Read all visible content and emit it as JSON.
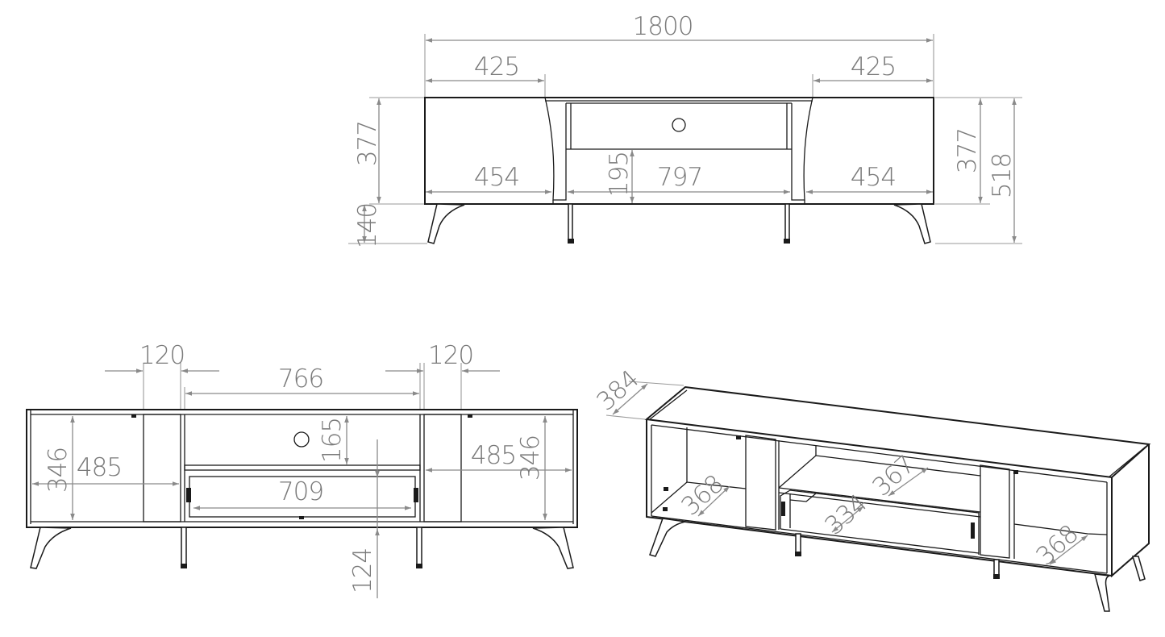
{
  "drawing": {
    "subject": "TV stand cabinet",
    "line_color": "#1a1a1a",
    "dimension_color": "#8a8a8a",
    "background": "#ffffff"
  },
  "front_view_closed": {
    "overall_width": "1800",
    "left_door_width": "425",
    "right_door_width": "425",
    "left_body_height": "377",
    "right_body_height": "377",
    "overall_height": "518",
    "leg_height": "140",
    "left_inner_width": "454",
    "center_inner_width": "797",
    "right_inner_width": "454",
    "drawer_gap_height": "195"
  },
  "front_view_open": {
    "left_divider_width": "120",
    "right_divider_width": "120",
    "center_opening_width": "766",
    "shelf_clearance": "165",
    "left_compartment_width": "485",
    "right_compartment_width": "485",
    "left_compartment_height": "346",
    "right_compartment_height": "346",
    "drawer_width": "709",
    "drawer_height": "124"
  },
  "isometric_view": {
    "depth": "384",
    "left_inner_depth": "368",
    "shelf_depth": "367",
    "drawer_depth": "334",
    "right_inner_depth": "368"
  }
}
